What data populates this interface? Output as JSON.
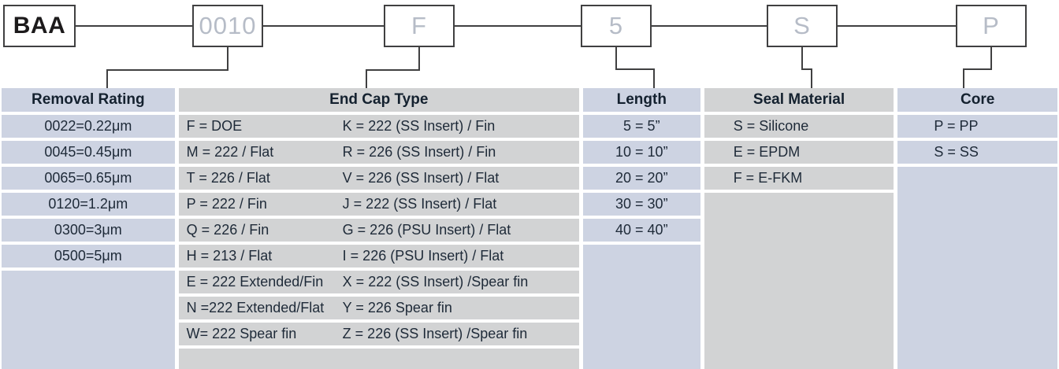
{
  "product_code": {
    "prefix": "BAA",
    "segments": [
      "0010",
      "F",
      "5",
      "S",
      "P"
    ]
  },
  "columns": {
    "removal_rating": {
      "header": "Removal Rating",
      "values": [
        "0022=0.22μm",
        "0045=0.45μm",
        "0065=0.65μm",
        "0120=1.2μm",
        "0300=3μm",
        "0500=5μm"
      ]
    },
    "end_cap_type": {
      "header": "End Cap Type",
      "left": [
        "F = DOE",
        "M = 222 / Flat",
        "T = 226 / Flat",
        "P = 222 / Fin",
        "Q = 226 / Fin",
        "H = 213 / Flat",
        "E = 222 Extended/Fin",
        "N =222 Extended/Flat",
        "W= 222 Spear fin"
      ],
      "right": [
        "K = 222 (SS Insert) / Fin",
        "R = 226 (SS Insert) / Fin",
        "V = 226 (SS Insert) / Flat",
        "J = 222 (SS Insert) / Flat",
        "G = 226 (PSU Insert) / Flat",
        "I = 226 (PSU Insert) / Flat",
        "X  = 222 (SS Insert) /Spear fin",
        "Y = 226 Spear fin",
        "Z = 226 (SS Insert) /Spear fin"
      ]
    },
    "length": {
      "header": "Length",
      "values": [
        "5 = 5”",
        "10 = 10”",
        "20 = 20”",
        "30 = 30”",
        "40 = 40”"
      ]
    },
    "seal_material": {
      "header": "Seal Material",
      "values": [
        "S = Silicone",
        "E = EPDM",
        "F = E-FKM"
      ]
    },
    "core": {
      "header": "Core",
      "values": [
        "P = PP",
        "S = SS"
      ]
    }
  },
  "colors": {
    "blue_cell": "#cdd3e2",
    "gray_cell": "#d2d3d4",
    "line": "#404041",
    "dark_text": "#1e2a38",
    "muted_code_text": "#b6bcc7"
  }
}
